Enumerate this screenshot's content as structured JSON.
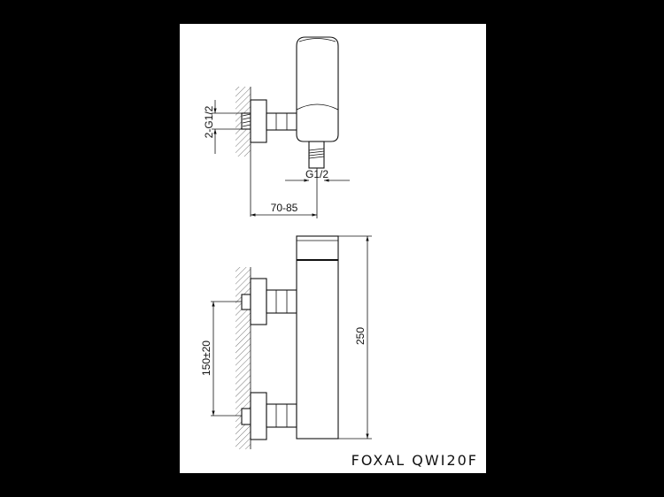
{
  "drawing": {
    "labels": {
      "inlet_thread": "2-G1/2",
      "outlet_thread": "G1/2",
      "wall_offset": "70-85",
      "inlet_spacing": "150±20",
      "height": "250"
    },
    "brand": "FOXAL QWI20F"
  }
}
